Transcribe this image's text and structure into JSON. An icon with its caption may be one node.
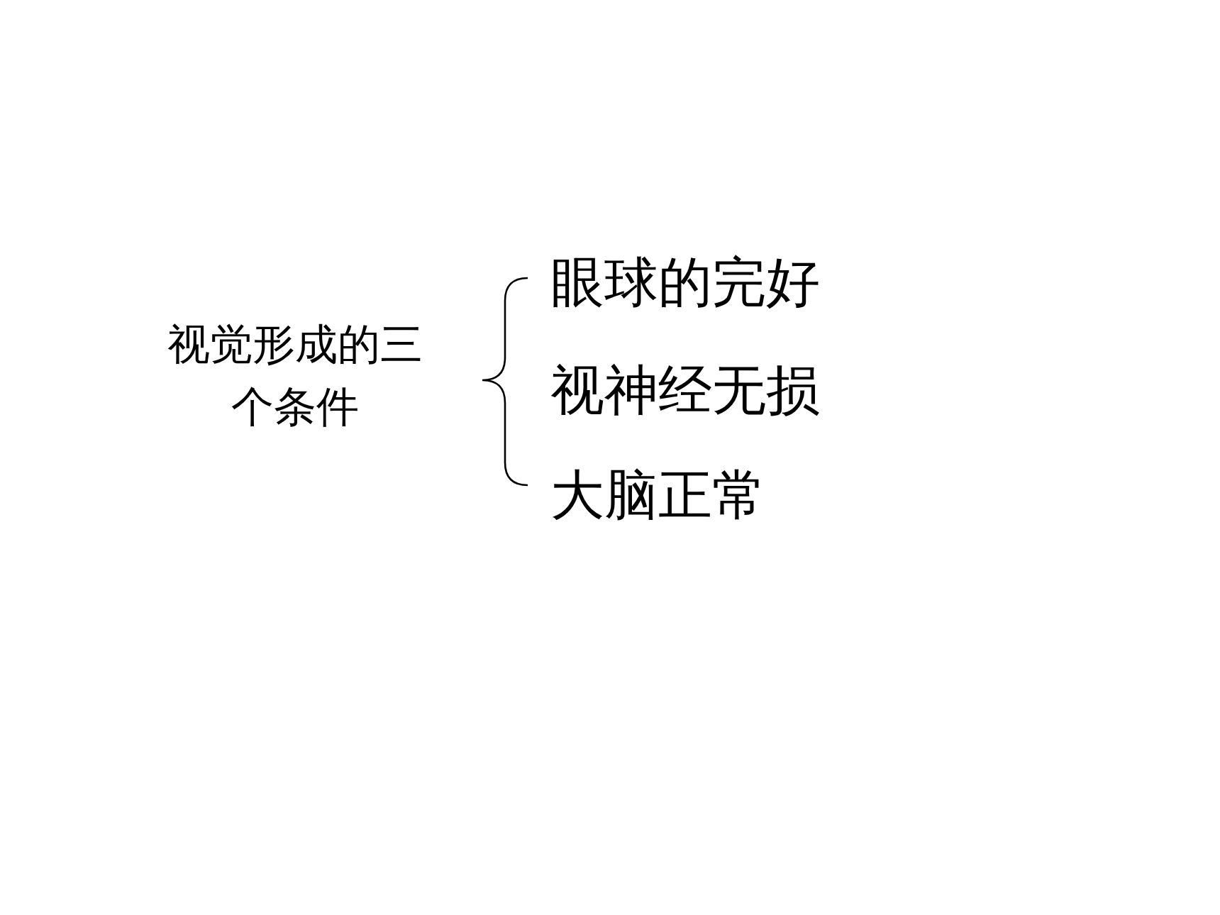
{
  "diagram": {
    "labels": [
      "视觉形成的三个条件",
      "眼球的完好",
      "视神经无损",
      "大脑正常"
    ]
  }
}
